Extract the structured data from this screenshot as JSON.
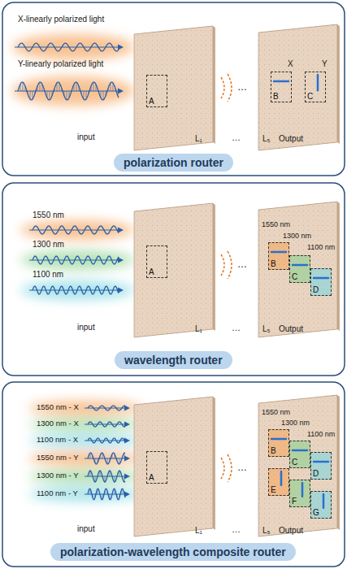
{
  "diagram": {
    "nodes": [
      {
        "text": [
          "A"
        ]
      },
      {
        "text": [
          "B"
        ]
      },
      {
        "text": [
          "C"
        ]
      },
      {
        "text": [
          "polarization router"
        ]
      },
      {
        "text": [
          "A"
        ]
      },
      {
        "text": [
          "B"
        ]
      },
      {
        "text": [
          "C"
        ]
      },
      {
        "text": [
          "D"
        ]
      },
      {
        "text": [
          "wavelength router"
        ]
      },
      {
        "text": [
          "A"
        ]
      },
      {
        "text": [
          "B"
        ]
      },
      {
        "text": [
          "C"
        ]
      },
      {
        "text": [
          "D"
        ]
      },
      {
        "text": [
          "E"
        ]
      },
      {
        "text": [
          "F"
        ]
      },
      {
        "text": [
          "G"
        ]
      },
      {
        "text": [
          "polarization-wavelength composite router"
        ]
      }
    ],
    "labels": [
      "X-linearly polarized light",
      "Y-linearly polarized light",
      "…",
      "input",
      "L₁",
      "…",
      "L₅",
      "Output",
      "X",
      "Y",
      "1550 nm",
      "1300 nm",
      "1100 nm",
      "…",
      "1550 nm",
      "1300 nm",
      "1100 nm",
      "input",
      "L₁",
      "…",
      "L₅",
      "Output",
      "1550 nm - X",
      "1300 nm - X",
      "1100 nm - X",
      "1550 nm - Y",
      "1300 nm - Y",
      "1100 nm - Y",
      "…",
      "1550 nm",
      "1300 nm",
      "1100 nm",
      "input",
      "L₁",
      "…",
      "L₅",
      "Output"
    ]
  }
}
